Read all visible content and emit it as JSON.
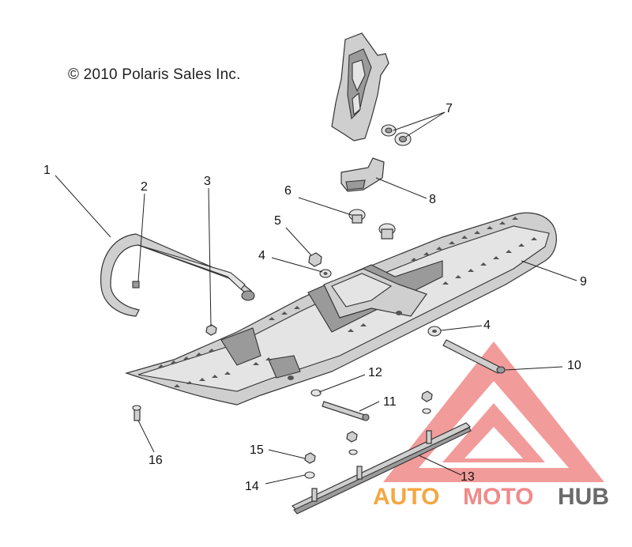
{
  "copyright": "© 2010 Polaris Sales Inc.",
  "callouts": [
    "1",
    "2",
    "3",
    "4",
    "4",
    "5",
    "6",
    "7",
    "8",
    "9",
    "10",
    "11",
    "12",
    "13",
    "14",
    "15",
    "16"
  ],
  "watermark": {
    "part1": "AUTO",
    "part2": "MOTO",
    "part3": "HUB",
    "color_primary": "#f08a8a",
    "color_accent": "#f4a742",
    "color_hub": "#6a6a6a"
  }
}
